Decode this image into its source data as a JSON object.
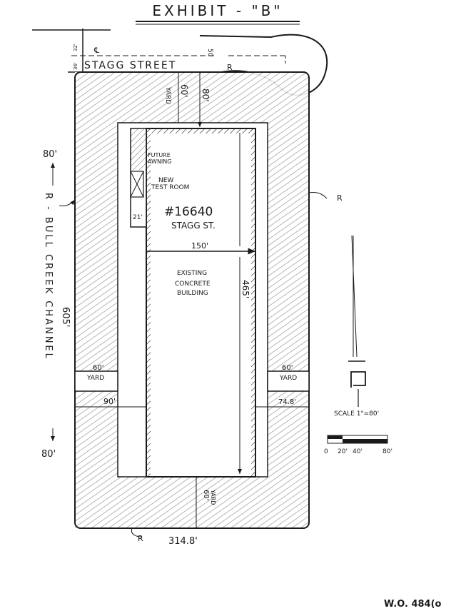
{
  "title": "EXHIBIT - \"B\"",
  "street": {
    "name": "STAGG STREET",
    "row_width_upper": "32'",
    "row_width_lower": "36'",
    "centerline_mark": "℄",
    "radius_label": "50",
    "property_line_mark": "R"
  },
  "property": {
    "left_side_label": "R - BULL CREEK CHANNEL",
    "left_length": "605'",
    "left_top_dim": "80'",
    "left_bottom_dim": "80'",
    "right_property_line_mark": "R",
    "bottom_property_line_mark": "R",
    "bottom_width": "314.8'",
    "front_yard_depth": "60'",
    "front_yard_label": "YARD",
    "street_setback": "80'",
    "left_yard_width": "60'",
    "left_yard_label": "YARD",
    "right_yard_width": "60'",
    "right_yard_label": "YARD",
    "rear_yard_depth": "60'",
    "rear_yard_label": "YARD",
    "left_setback": "90'",
    "right_setback": "74.8'"
  },
  "building": {
    "address_number": "#16640",
    "address_street": "STAGG ST.",
    "description_lines": [
      "EXISTING",
      "CONCRETE",
      "BUILDING"
    ],
    "width": "150'",
    "length": "465'",
    "annex_width": "21'",
    "future_awning_lines": [
      "FUTURE",
      "AWNING"
    ],
    "test_room_lines": [
      "NEW",
      "TEST ROOM"
    ]
  },
  "scale": {
    "label": "SCALE 1\"=80'",
    "ticks": [
      "0",
      "20'",
      "40'",
      "80'"
    ]
  },
  "work_order": "W.O. 484(o"
}
